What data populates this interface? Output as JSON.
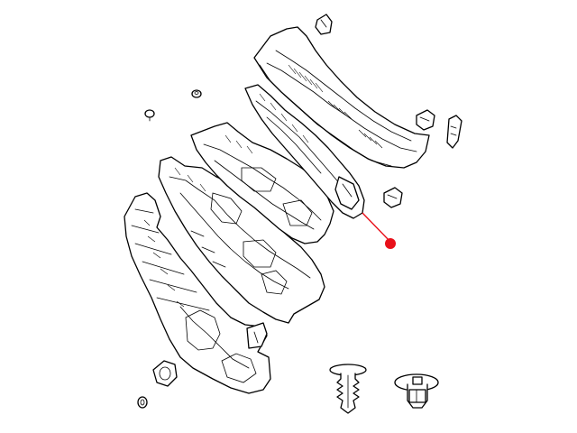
{
  "diagram": {
    "type": "exploded parts diagram",
    "parts": [
      "cowl-top-panel",
      "cowl-plenum-panel",
      "dash-panel-upper",
      "dash-panel-middle",
      "dash-silencer-lower",
      "push-pin-fastener",
      "nut-clip-fastener",
      "grommet",
      "plug",
      "clip"
    ],
    "callout": {
      "color": "#e8101a",
      "target": "cowl-plenum-panel"
    },
    "colors": {
      "line": "#000000",
      "background": "#ffffff",
      "callout": "#e8101a"
    }
  }
}
